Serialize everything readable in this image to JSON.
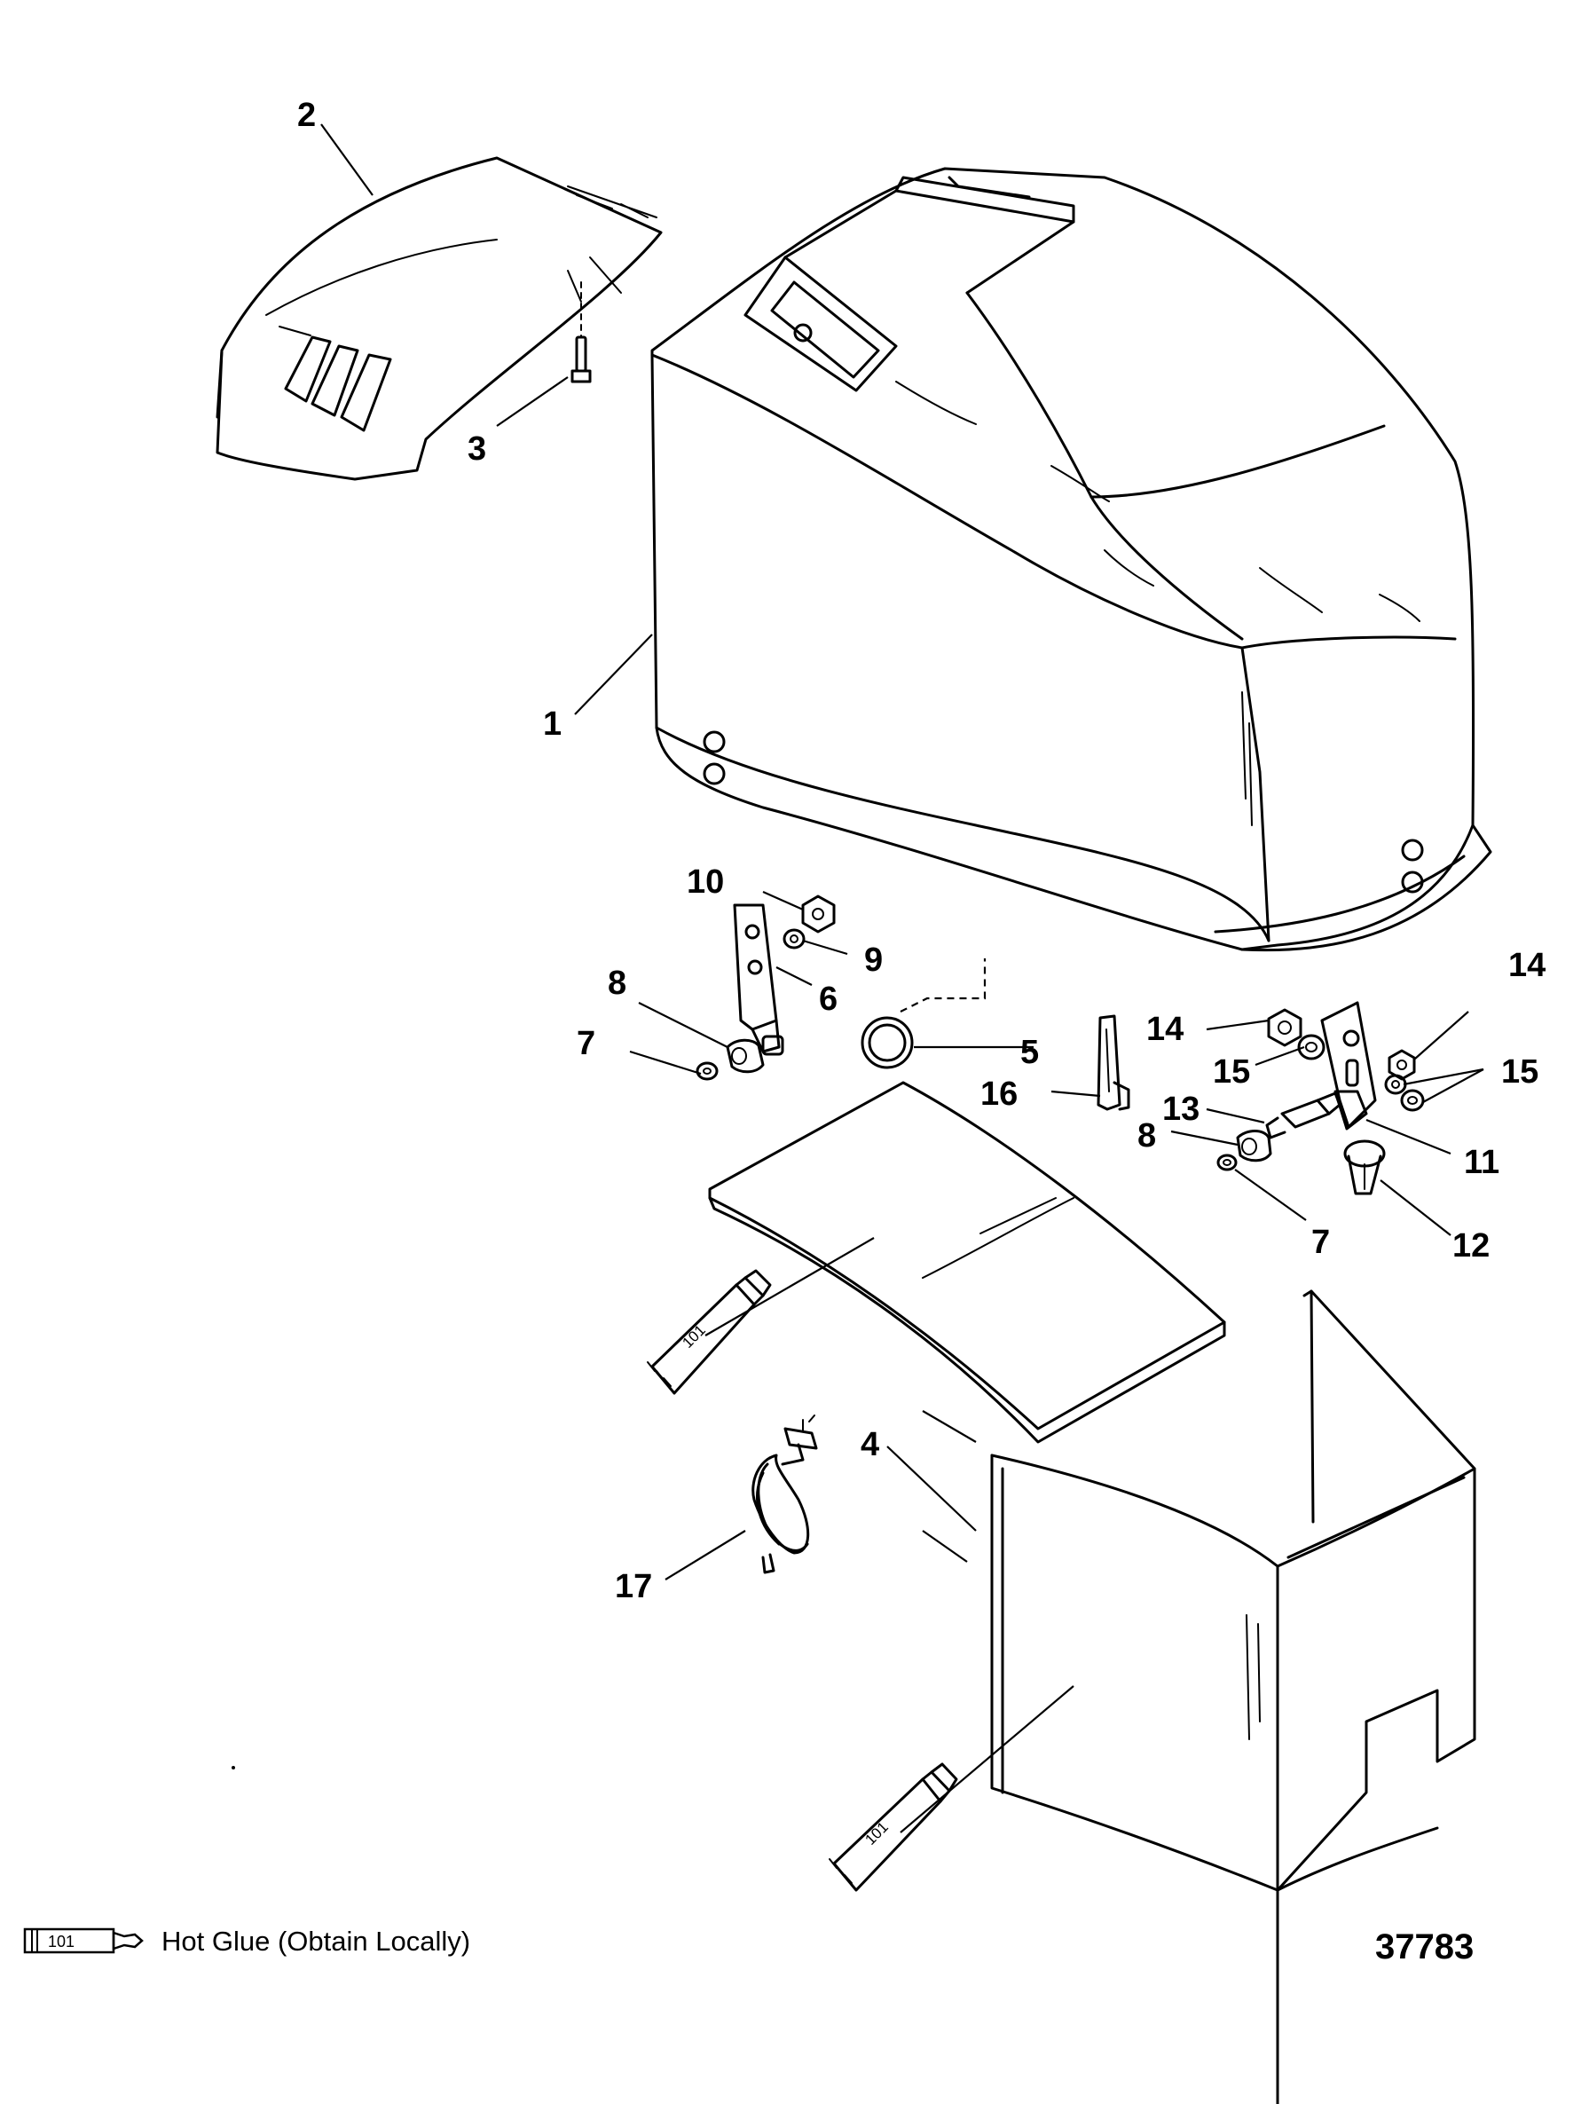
{
  "callouts": {
    "c1": "1",
    "c2": "2",
    "c3": "3",
    "c4": "4",
    "c5": "5",
    "c6": "6",
    "c7a": "7",
    "c7b": "7",
    "c8a": "8",
    "c8b": "8",
    "c9": "9",
    "c10": "10",
    "c11": "11",
    "c12": "12",
    "c13": "13",
    "c14a": "14",
    "c14b": "14",
    "c15a": "15",
    "c15b": "15",
    "c16": "16",
    "c17": "17"
  },
  "glue_tube": {
    "code": "101"
  },
  "legend": {
    "code": "101",
    "text": "Hot Glue (Obtain Locally)"
  },
  "drawing_number": "37783",
  "icons": [
    "cowl-top",
    "cowl-cover",
    "screw",
    "chaps",
    "grommet",
    "bracket",
    "nut",
    "washer",
    "bushing",
    "latch",
    "stud",
    "clip",
    "tether",
    "glue-tube"
  ]
}
